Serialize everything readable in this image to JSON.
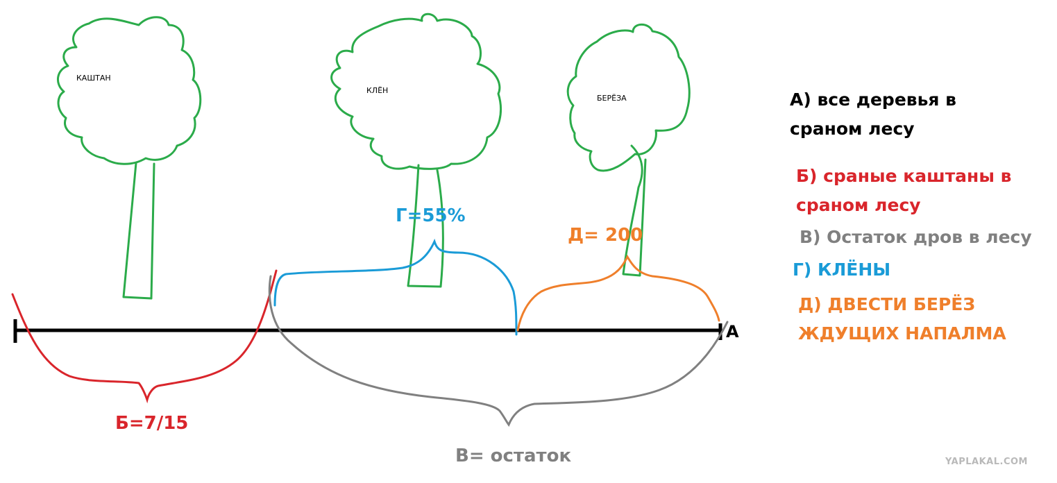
{
  "trees": {
    "chestnut": "КАШТАН",
    "maple": "КЛЁН",
    "birch": "БЕРЁЗА"
  },
  "axis": {
    "end_label": "А"
  },
  "braces": {
    "b": "Б=7/15",
    "v": "В= остаток",
    "g": "Г=55%",
    "d": "Д= 200"
  },
  "legend": {
    "a_line1": "А) все деревья в",
    "a_line2": "сраном лесу",
    "b_line1": "Б) сраные каштаны в",
    "b_line2": "сраном лесу",
    "v": "В) Остаток дров в лесу",
    "g": "Г) КЛЁНЫ",
    "d_line1": "Д) ДВЕСТИ БЕРЁЗ",
    "d_line2": "ЖДУЩИХ НАПАЛМА"
  },
  "watermark": "YAPLAKAL.COM",
  "colors": {
    "tree": "#2bab4a",
    "axis": "#000000",
    "b": "#d9252b",
    "v": "#808080",
    "g": "#1a9bd7",
    "d": "#ef7f2b"
  }
}
